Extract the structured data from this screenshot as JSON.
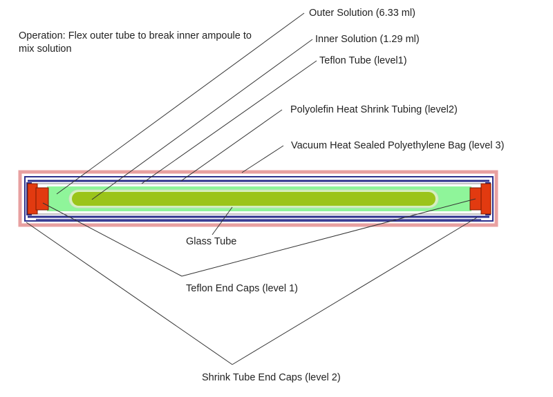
{
  "operation_note": "Operation: Flex outer tube to break inner ampoule to mix solution",
  "labels": {
    "outer_solution": "Outer Solution (6.33 ml)",
    "inner_solution": "Inner Solution (1.29 ml)",
    "teflon_tube": "Teflon Tube (level1)",
    "polyolefin_tubing": "Polyolefin Heat Shrink Tubing (level2)",
    "polyethylene_bag": "Vacuum Heat Sealed Polyethylene Bag (level 3)",
    "glass_tube": "Glass Tube",
    "teflon_end_caps": "Teflon End Caps (level 1)",
    "shrink_tube_end_caps": "Shrink Tube End Caps (level 2)"
  },
  "colors": {
    "bag": "#e8a0a0",
    "shrink_tubing": "#2b2f8c",
    "teflon_end_cap": "#e23a10",
    "outer_solution": "#8ff59a",
    "inner_solution": "#9bc41a",
    "leader_line": "#333333"
  }
}
